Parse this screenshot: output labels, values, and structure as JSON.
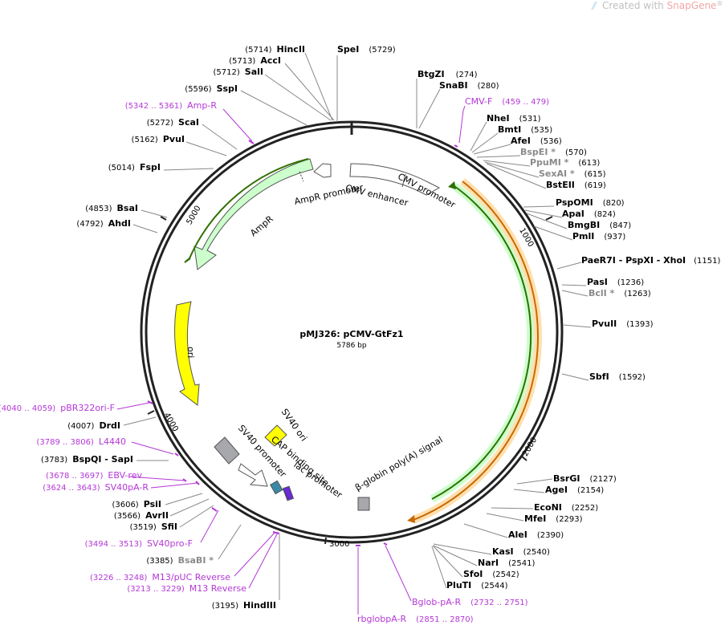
{
  "watermark": {
    "prefix": "Created with ",
    "brand": "SnapGene",
    "reg": "®"
  },
  "plasmid": {
    "name": "pMJ326: pCMV-GtFz1",
    "size_label": "5786 bp"
  },
  "tick_labels": [
    "1000",
    "2000",
    "3000",
    "4000",
    "5000"
  ],
  "features": {
    "cmv_enhancer": "CMV enhancer",
    "cmv_promoter": "CMV promoter",
    "ampr_promoter": "AmpR promoter",
    "ampr": "AmpR",
    "ori": "ori",
    "sv40_ori": "SV40 ori",
    "sv40_promoter": "SV40 promoter",
    "cap_site": "CAP binding site",
    "lac_promoter": "lac promoter",
    "bglobin": "β-globin poly(A) signal"
  },
  "right_labels": [
    {
      "name": "BtgZI",
      "pos": "(274)"
    },
    {
      "name": "SnaBI",
      "pos": "(280)"
    },
    {
      "name": "CMV-F",
      "pos": "(459 .. 479)",
      "primer": true
    },
    {
      "name": "NheI",
      "pos": "(531)"
    },
    {
      "name": "BmtI",
      "pos": "(535)"
    },
    {
      "name": "AfeI",
      "pos": "(536)"
    },
    {
      "name": "BspEI *",
      "pos": "(570)",
      "dim": true
    },
    {
      "name": "PpuMI *",
      "pos": "(613)",
      "dim": true
    },
    {
      "name": "SexAI *",
      "pos": "(615)",
      "dim": true
    },
    {
      "name": "BstEII",
      "pos": "(619)"
    },
    {
      "name": "PspOMI",
      "pos": "(820)"
    },
    {
      "name": "ApaI",
      "pos": "(824)"
    },
    {
      "name": "BmgBI",
      "pos": "(847)"
    },
    {
      "name": "PmlI",
      "pos": "(937)"
    },
    {
      "name": "PaeR7I  - PspXI  - XhoI",
      "pos": "(1151)"
    },
    {
      "name": "PasI",
      "pos": "(1236)"
    },
    {
      "name": "BclI *",
      "pos": "(1263)",
      "dim": true
    },
    {
      "name": "PvuII",
      "pos": "(1393)"
    },
    {
      "name": "SbfI",
      "pos": "(1592)"
    },
    {
      "name": "BsrGI",
      "pos": "(2127)"
    },
    {
      "name": "AgeI",
      "pos": "(2154)"
    },
    {
      "name": "EcoNI",
      "pos": "(2252)"
    },
    {
      "name": "MfeI",
      "pos": "(2293)"
    },
    {
      "name": "AleI",
      "pos": "(2390)"
    },
    {
      "name": "KasI",
      "pos": "(2540)"
    },
    {
      "name": "NarI",
      "pos": "(2541)"
    },
    {
      "name": "SfoI",
      "pos": "(2542)"
    },
    {
      "name": "PluTI",
      "pos": "(2544)"
    },
    {
      "name": "Bglob-pA-R",
      "pos": "(2732 .. 2751)",
      "primer": true
    },
    {
      "name": "rbglobpA-R",
      "pos": "(2851 .. 2870)",
      "primer": true
    }
  ],
  "left_labels": [
    {
      "name": "HincII",
      "pos": "(5714)"
    },
    {
      "name": "SpeI",
      "pos": "(5729)"
    },
    {
      "name": "AccI",
      "pos": "(5713)"
    },
    {
      "name": "SalI",
      "pos": "(5712)"
    },
    {
      "name": "SspI",
      "pos": "(5596)"
    },
    {
      "name": "Amp-R",
      "pos": "(5342 .. 5361)",
      "primer": true
    },
    {
      "name": "ScaI",
      "pos": "(5272)"
    },
    {
      "name": "PvuI",
      "pos": "(5162)"
    },
    {
      "name": "FspI",
      "pos": "(5014)"
    },
    {
      "name": "BsaI",
      "pos": "(4853)"
    },
    {
      "name": "AhdI",
      "pos": "(4792)"
    },
    {
      "name": "pBR322ori-F",
      "pos": "(4040 .. 4059)",
      "primer": true
    },
    {
      "name": "DrdI",
      "pos": "(4007)"
    },
    {
      "name": "L4440",
      "pos": "(3789 .. 3806)",
      "primer": true
    },
    {
      "name": "BspQI  - SapI",
      "pos": "(3783)"
    },
    {
      "name": "EBV-rev",
      "pos": "(3678 .. 3697)",
      "primer": true
    },
    {
      "name": "SV40pA-R",
      "pos": "(3624 .. 3643)",
      "primer": true
    },
    {
      "name": "PsiI",
      "pos": "(3606)"
    },
    {
      "name": "AvrII",
      "pos": "(3566)"
    },
    {
      "name": "SfiI",
      "pos": "(3519)"
    },
    {
      "name": "SV40pro-F",
      "pos": "(3494 .. 3513)",
      "primer": true
    },
    {
      "name": "BsaBI *",
      "pos": "(3385)",
      "dim": true
    },
    {
      "name": "M13/pUC Reverse",
      "pos": "(3226 .. 3248)",
      "primer": true
    },
    {
      "name": "M13 Reverse",
      "pos": "(3213 .. 3229)",
      "primer": true
    },
    {
      "name": "HindIII",
      "pos": "(3195)"
    }
  ]
}
